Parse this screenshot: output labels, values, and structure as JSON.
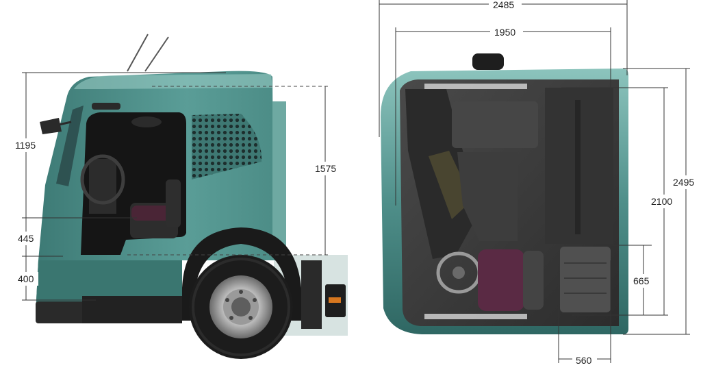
{
  "side_view": {
    "dim_1195": "1195",
    "dim_445": "445",
    "dim_400": "400",
    "dim_1575": "1575"
  },
  "top_view": {
    "dim_2485": "2485",
    "dim_1950": "1950",
    "dim_2495": "2495",
    "dim_2100": "2100",
    "dim_665": "665",
    "dim_560": "560"
  },
  "colors": {
    "cab_teal": "#4f8f8a",
    "cab_teal_light": "#7fb8b2",
    "interior_dark": "#3a3a3a",
    "seat_purple": "#5a2a44",
    "tyre": "#1c1c1c"
  }
}
